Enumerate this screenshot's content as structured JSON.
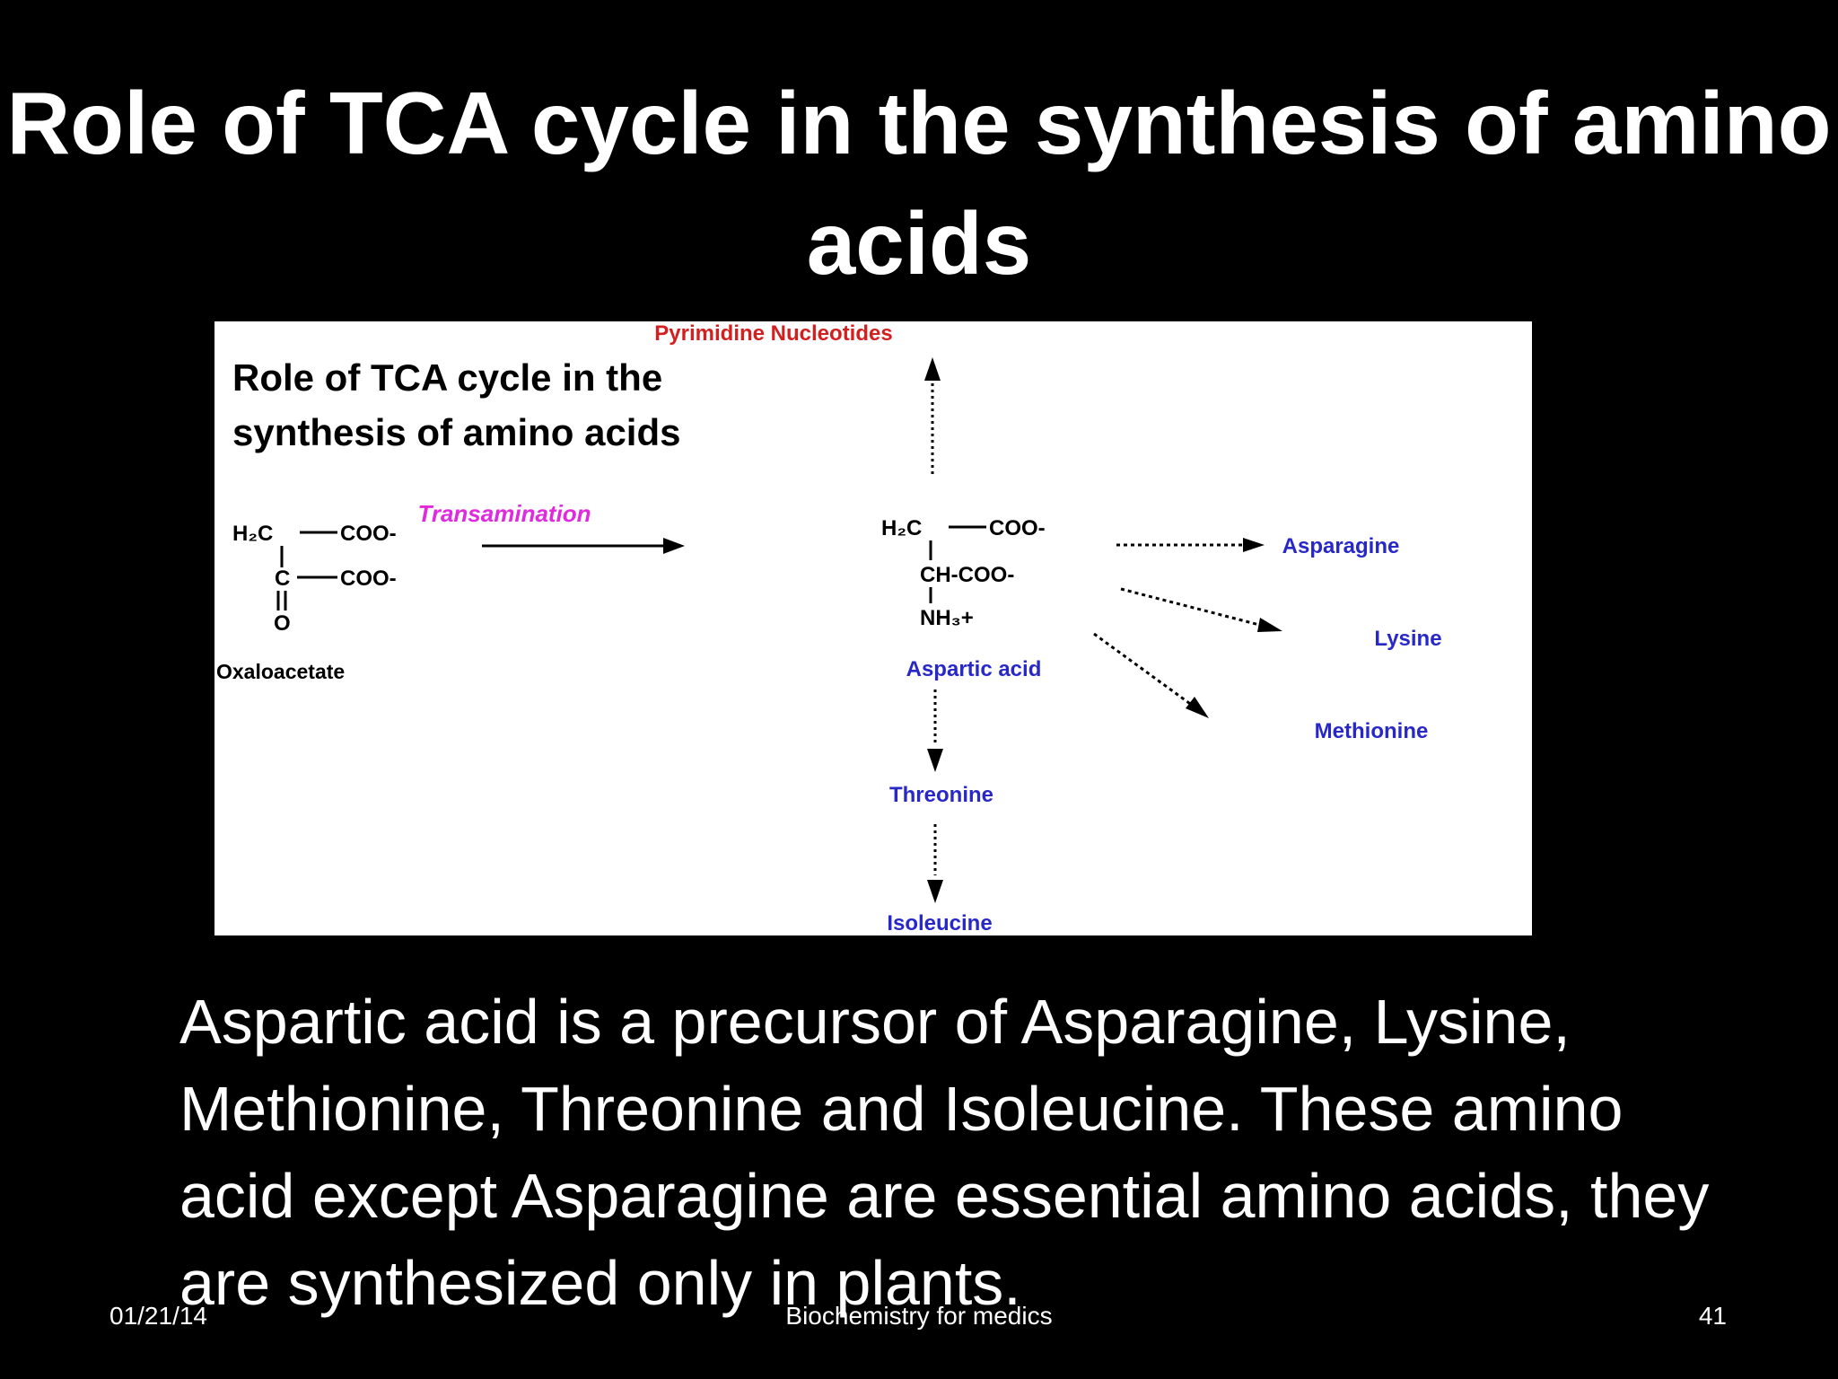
{
  "slide": {
    "title": "Role of TCA cycle in the synthesis of amino acids"
  },
  "figure": {
    "heading_line1": "Role of TCA cycle in the",
    "heading_line2": "synthesis of amino acids",
    "top_label": "Pyrimidine Nucleotides",
    "reaction_label": "Transamination",
    "oxaloacetate": {
      "row1_left": "H₂C",
      "row1_right": "COO-",
      "row2_left": "C",
      "row2_right": "COO-",
      "row3": "O",
      "name": "Oxaloacetate"
    },
    "aspartate": {
      "row1_left": "H₂C",
      "row1_right": "COO-",
      "row2": "CH-COO-",
      "row3": "NH₃+",
      "name": "Aspartic acid"
    },
    "products": {
      "asparagine": "Asparagine",
      "lysine": "Lysine",
      "methionine": "Methionine",
      "threonine": "Threonine",
      "isoleucine": "Isoleucine"
    },
    "colors": {
      "pink": "#e02ae0",
      "red": "#d22020",
      "blue": "#2828c8"
    }
  },
  "body_text": "Aspartic acid is a precursor of Asparagine, Lysine, Methionine, Threonine and Isoleucine. These amino acid except Asparagine are essential amino acids, they are synthesized only in plants.",
  "footer": {
    "date": "01/21/14",
    "center": "Biochemistry for medics",
    "page": "41"
  }
}
